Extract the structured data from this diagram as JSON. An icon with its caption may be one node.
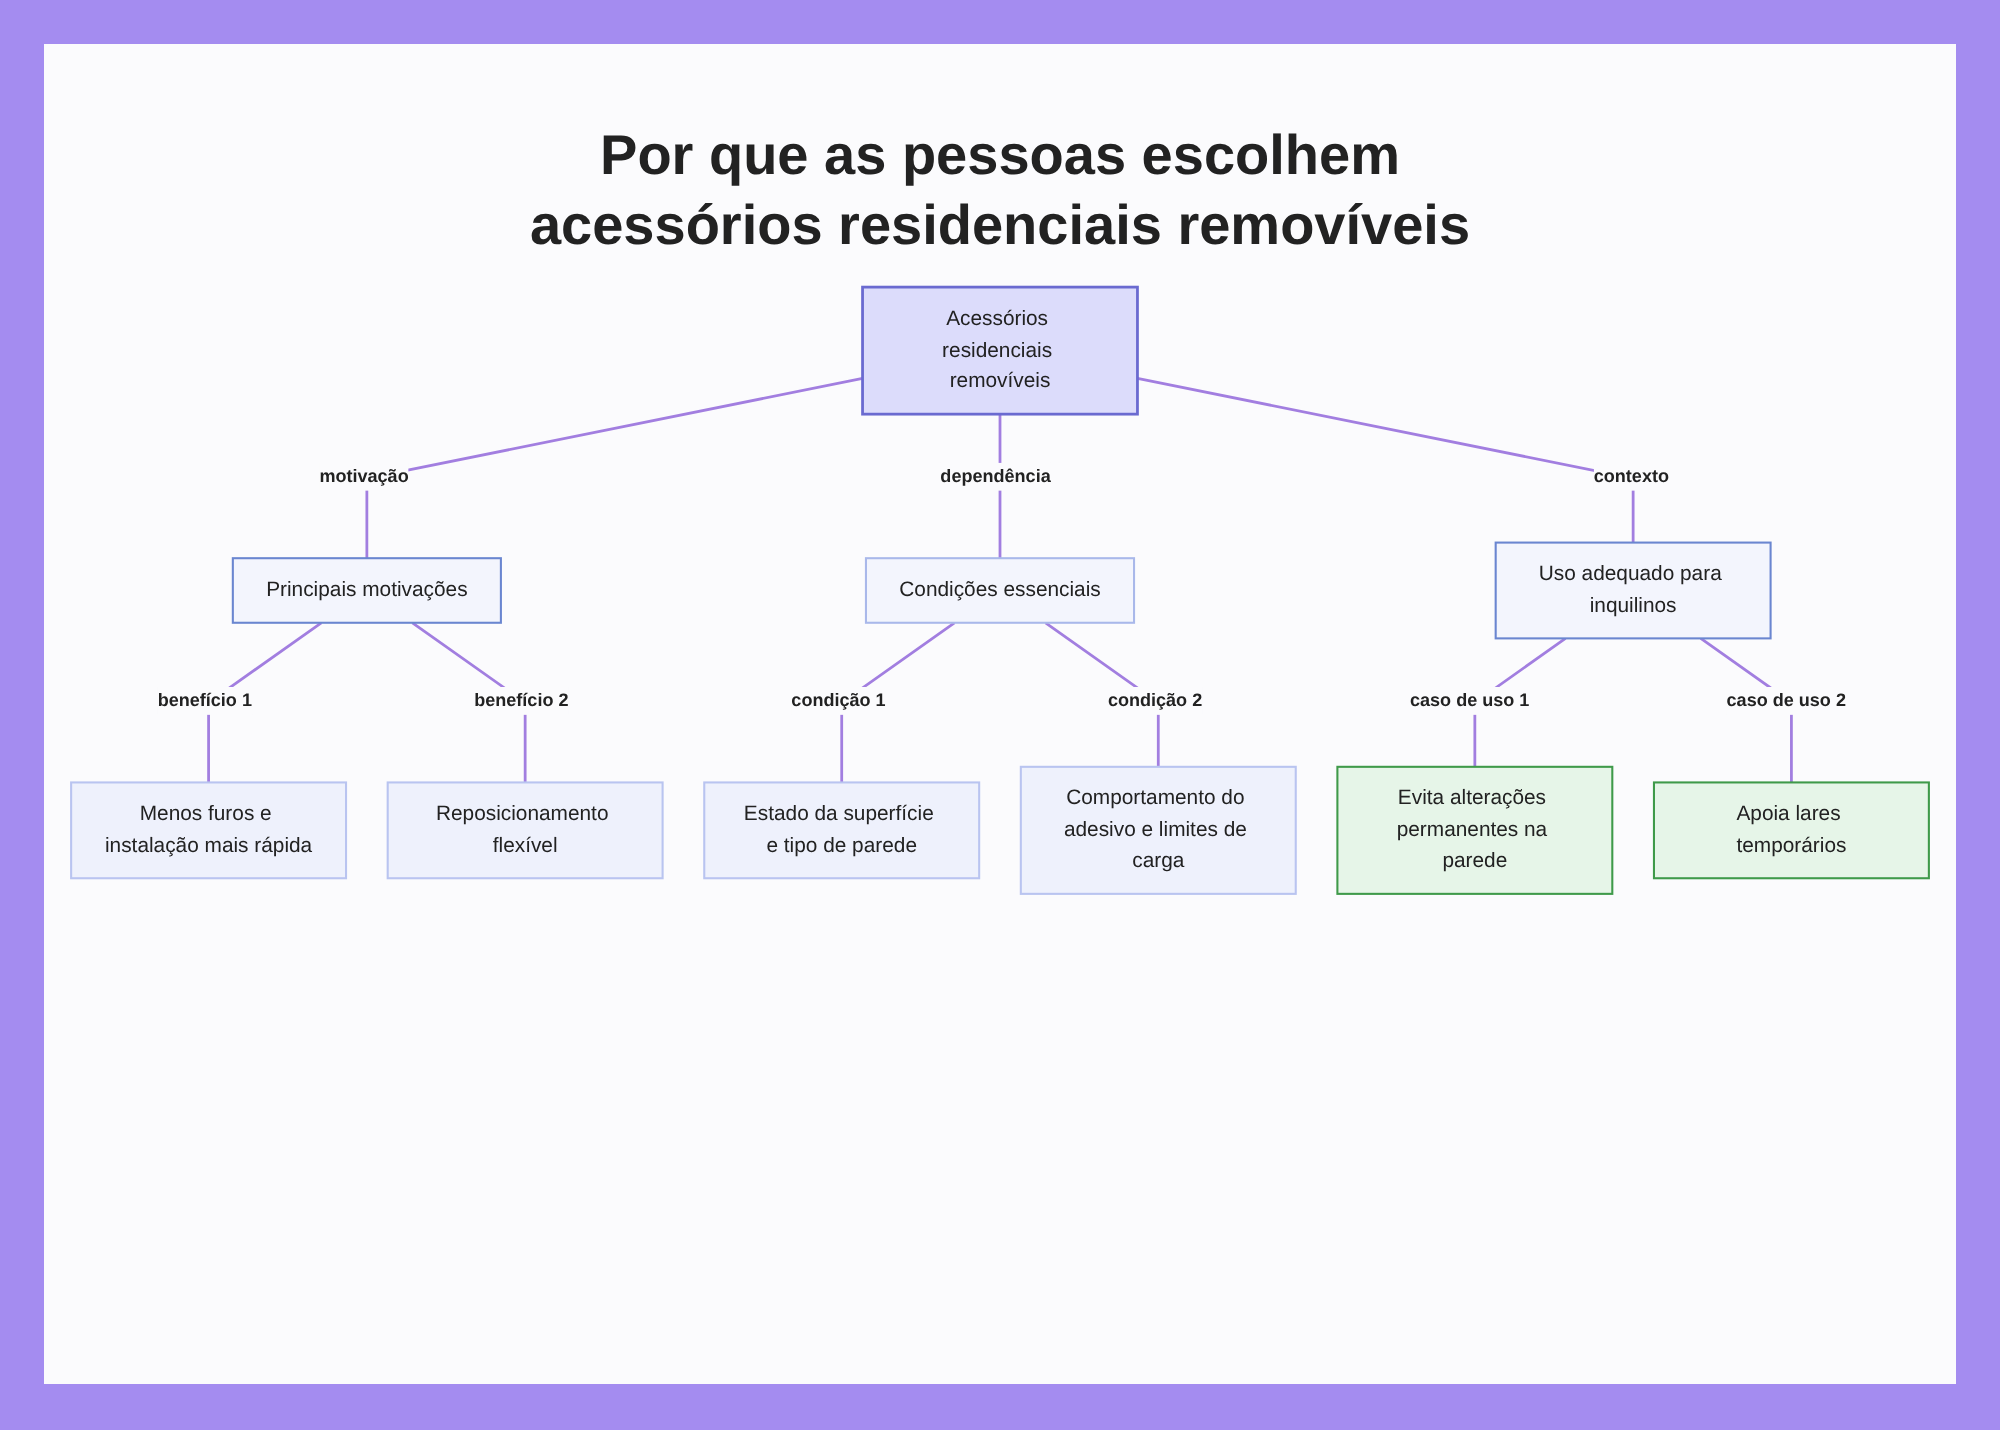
{
  "diagram": {
    "title": "Por que as pessoas escolhem acessórios residenciais removíveis",
    "nodes": [
      {
        "text": [
          "Acessórios residenciais removíveis"
        ]
      },
      {
        "text": [
          "Principais motivações"
        ]
      },
      {
        "text": [
          "Condições essenciais"
        ]
      },
      {
        "text": [
          "Uso adequado para inquilinos"
        ]
      },
      {
        "text": [
          "Menos furos e instalação mais rápida"
        ]
      },
      {
        "text": [
          "Reposicionamento flexível"
        ]
      },
      {
        "text": [
          "Estado da superfície e tipo de parede"
        ]
      },
      {
        "text": [
          "Comportamento do adesivo e limites de carga"
        ]
      },
      {
        "text": [
          "Evita alterações permanentes na parede"
        ]
      },
      {
        "text": [
          "Apoia lares temporários"
        ]
      }
    ],
    "edges": [
      {
        "from": 0,
        "to": 1,
        "arrow": "none",
        "label": "motivação"
      },
      {
        "from": 0,
        "to": 2,
        "arrow": "none",
        "label": "dependência"
      },
      {
        "from": 0,
        "to": 3,
        "arrow": "none",
        "label": "contexto"
      },
      {
        "from": 1,
        "to": 4,
        "arrow": "none",
        "label": "benefício 1"
      },
      {
        "from": 1,
        "to": 5,
        "arrow": "none",
        "label": "benefício 2"
      },
      {
        "from": 2,
        "to": 6,
        "arrow": "none",
        "label": "condição 1"
      },
      {
        "from": 2,
        "to": 7,
        "arrow": "none",
        "label": "condição 2"
      },
      {
        "from": 3,
        "to": 8,
        "arrow": "none",
        "label": "caso de uso 1"
      },
      {
        "from": 3,
        "to": 9,
        "arrow": "none",
        "label": "caso de uso 2"
      }
    ]
  }
}
